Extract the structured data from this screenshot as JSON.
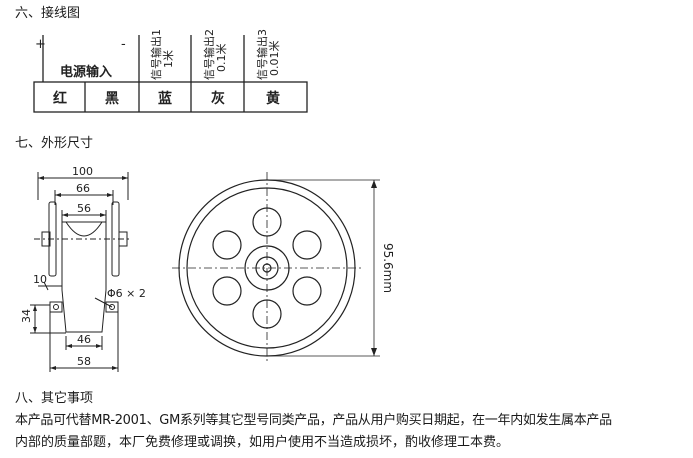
{
  "section6": {
    "heading": "六、接线图",
    "plus_sign": "+",
    "minus_sign": "-",
    "power_label": "电源输入",
    "signal_outputs": [
      {
        "line1": "信号输出1",
        "line2": "1米"
      },
      {
        "line1": "信号输出2",
        "line2": "0.1米"
      },
      {
        "line1": "信号输出3",
        "line2": "0.01米"
      }
    ],
    "wire_colors": [
      "红",
      "黑",
      "蓝",
      "灰",
      "黄"
    ]
  },
  "section7": {
    "heading": "七、外形尺寸",
    "dimensions": {
      "d100": "100",
      "d66": "66",
      "d56": "56",
      "d10": "10",
      "hole": "Φ6 × 2",
      "d34": "34",
      "d46": "46",
      "d58": "58",
      "diameter": "95.6mm"
    }
  },
  "section8": {
    "heading": "八、其它事项",
    "line1": "本产品可代替MR-2001、GM系列等其它型号同类产品，产品从用户购买日期起，在一年内如发生属本产品",
    "line2": "内部的质量部题，本厂免费修理或调换，如用户使用不当造成损坏，酌收修理工本费。"
  }
}
